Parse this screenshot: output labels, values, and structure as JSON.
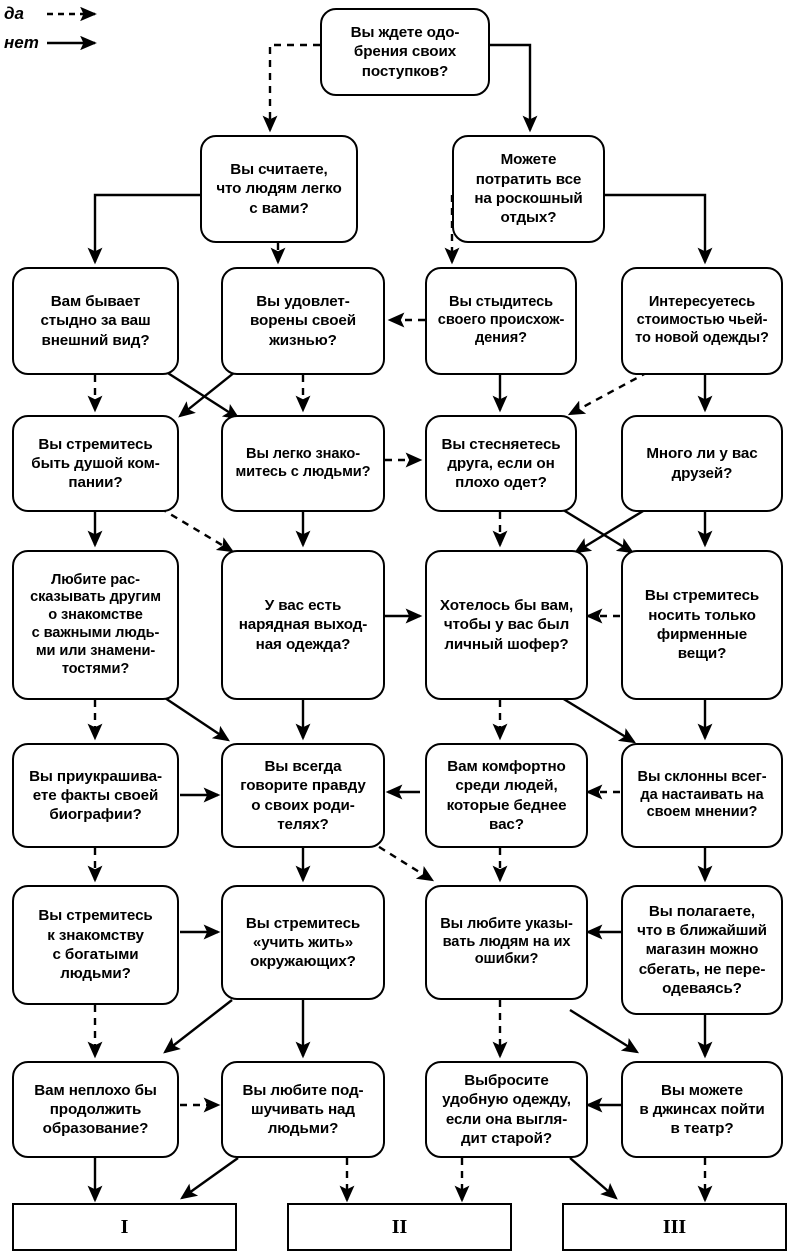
{
  "diagram": {
    "type": "flowchart",
    "title": "",
    "legend": {
      "yes_label": "да",
      "yes_style": "dashed-arrow",
      "no_label": "нет",
      "no_style": "solid-arrow"
    },
    "colors": {
      "stroke": "#000000",
      "fill": "#ffffff",
      "text": "#000000"
    },
    "nodes": [
      {
        "id": "n0",
        "text": "Вы ждете одо-\nбрения своих\nпоступков?"
      },
      {
        "id": "n1",
        "text": "Вы считаете,\nчто людям легко\nс вами?"
      },
      {
        "id": "n2",
        "text": "Можете\nпотратить все\nна роскошный\nотдых?"
      },
      {
        "id": "n3",
        "text": "Вам бывает\nстыдно за ваш\nвнешний вид?"
      },
      {
        "id": "n4",
        "text": "Вы удовлет-\nворены своей\nжизнью?"
      },
      {
        "id": "n5",
        "text": "Вы стыдитесь\nсвоего происхож-\nдения?"
      },
      {
        "id": "n6",
        "text": "Интересуетесь\nстоимостью чьей-\nто новой одежды?"
      },
      {
        "id": "n7",
        "text": "Вы стремитесь\nбыть душой ком-\nпании?"
      },
      {
        "id": "n8",
        "text": "Вы легко знако-\nмитесь с людьми?"
      },
      {
        "id": "n9",
        "text": "Вы стесняетесь\nдруга, если он\nплохо одет?"
      },
      {
        "id": "n10",
        "text": "Много ли у вас\nдрузей?"
      },
      {
        "id": "n11",
        "text": "Любите рас-\nсказывать другим\nо знакомстве\nс важными людь-\nми или знамени-\nтостями?"
      },
      {
        "id": "n12",
        "text": "У вас есть\nнарядная выход-\nная одежда?"
      },
      {
        "id": "n13",
        "text": "Хотелось бы вам,\nчтобы у вас был\nличный шофер?"
      },
      {
        "id": "n14",
        "text": "Вы стремитесь\nносить только\nфирменные\nвещи?"
      },
      {
        "id": "n15",
        "text": "Вы приукрашива-\nете факты своей\nбиографии?"
      },
      {
        "id": "n16",
        "text": "Вы всегда\nговорите правду\nо своих роди-\nтелях?"
      },
      {
        "id": "n17",
        "text": "Вам комфортно\nсреди людей,\nкоторые беднее\nвас?"
      },
      {
        "id": "n18",
        "text": "Вы склонны всег-\nда настаивать на\nсвоем мнении?"
      },
      {
        "id": "n19",
        "text": "Вы стремитесь\nк знакомству\nс богатыми\nлюдьми?"
      },
      {
        "id": "n20",
        "text": "Вы стремитесь\n«учить жить»\nокружающих?"
      },
      {
        "id": "n21",
        "text": "Вы любите указы-\nвать людям на их\nошибки?"
      },
      {
        "id": "n22",
        "text": "Вы полагаете,\nчто в ближайший\nмагазин можно\nсбегать, не пере-\nодеваясь?"
      },
      {
        "id": "n23",
        "text": "Вам неплохо бы\nпродолжить\nобразование?"
      },
      {
        "id": "n24",
        "text": "Вы любите под-\nшучивать над\nлюдьми?"
      },
      {
        "id": "n25",
        "text": "Выбросите\nудобную одежду,\nесли она выгля-\nдит старой?"
      },
      {
        "id": "n26",
        "text": "Вы можете\nв джинсах пойти\nв театр?"
      }
    ],
    "results": [
      {
        "id": "r1",
        "label": "I"
      },
      {
        "id": "r2",
        "label": "II"
      },
      {
        "id": "r3",
        "label": "III"
      }
    ]
  }
}
